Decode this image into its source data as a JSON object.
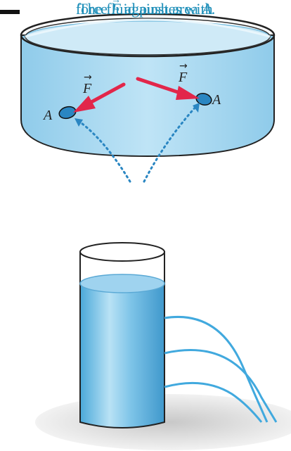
{
  "labels": {
    "area": "A",
    "force": "F",
    "vector_arrow": "→"
  },
  "caption": {
    "line1": "The fluid pushes with",
    "line2_prefix": "force",
    "line2_force": "F",
    "line2_mid": "against area",
    "line2_area": "A",
    "line2_end": "."
  },
  "colors": {
    "water": "#a9d9f1",
    "water_dark": "#6fbde6",
    "arrow": "#e2264a",
    "caption": "#1f8fb9",
    "jet": "#41a9de",
    "dot": "#2a86c2"
  },
  "icons": {
    "force_arrow": "arrow-icon",
    "area_patch": "ellipse-icon"
  }
}
